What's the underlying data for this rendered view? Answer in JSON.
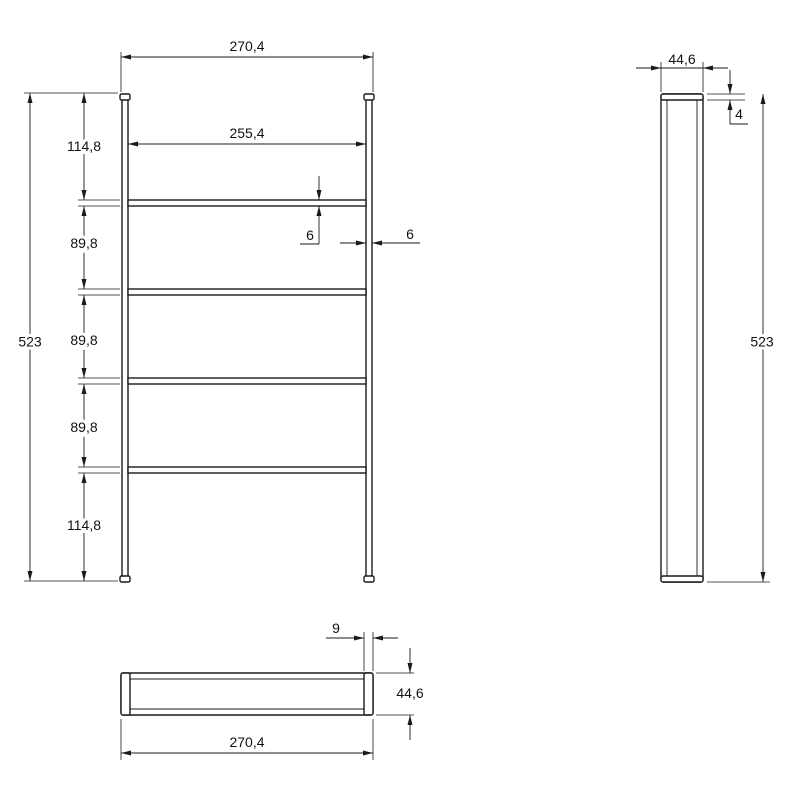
{
  "front_view": {
    "overall_width": "270,4",
    "inner_width": "255,4",
    "overall_height": "523",
    "top_segment": "114,8",
    "segment_2": "89,8",
    "segment_3": "89,8",
    "segment_4": "89,8",
    "bottom_segment": "114,8",
    "rung_thickness": "6",
    "rail_thickness": "6"
  },
  "side_view": {
    "depth": "44,6",
    "cap_height": "4",
    "height": "523"
  },
  "top_view": {
    "end_thickness": "9",
    "depth": "44,6",
    "width": "270,4"
  }
}
